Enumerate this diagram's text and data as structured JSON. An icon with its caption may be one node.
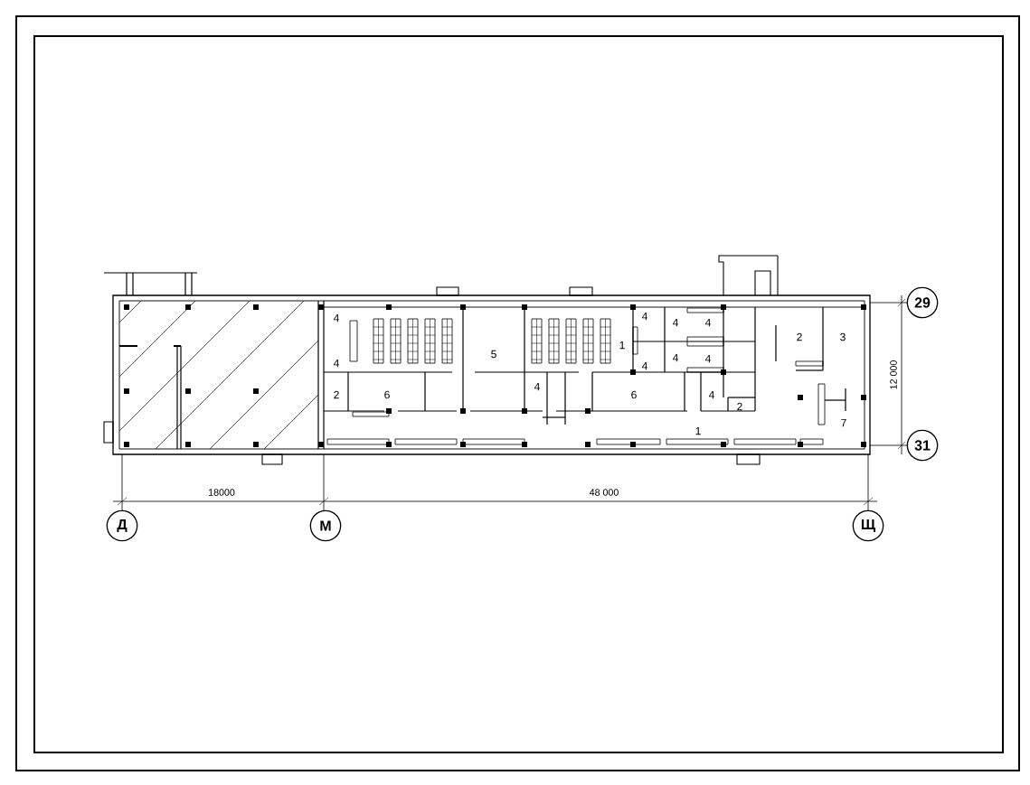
{
  "diagram": {
    "nodes": [
      {
        "text": [
          "29"
        ]
      },
      {
        "text": [
          "31"
        ]
      },
      {
        "text": [
          "Д"
        ]
      },
      {
        "text": [
          "М"
        ]
      },
      {
        "text": [
          "Щ"
        ]
      }
    ],
    "labels": [
      "4",
      "4",
      "4",
      "4",
      "2",
      "3",
      "1",
      "5",
      "4",
      "4",
      "4",
      "4",
      "4",
      "2",
      "6",
      "6",
      "4",
      "2",
      "7",
      "1",
      "18000",
      "48 000",
      "12 000"
    ]
  }
}
